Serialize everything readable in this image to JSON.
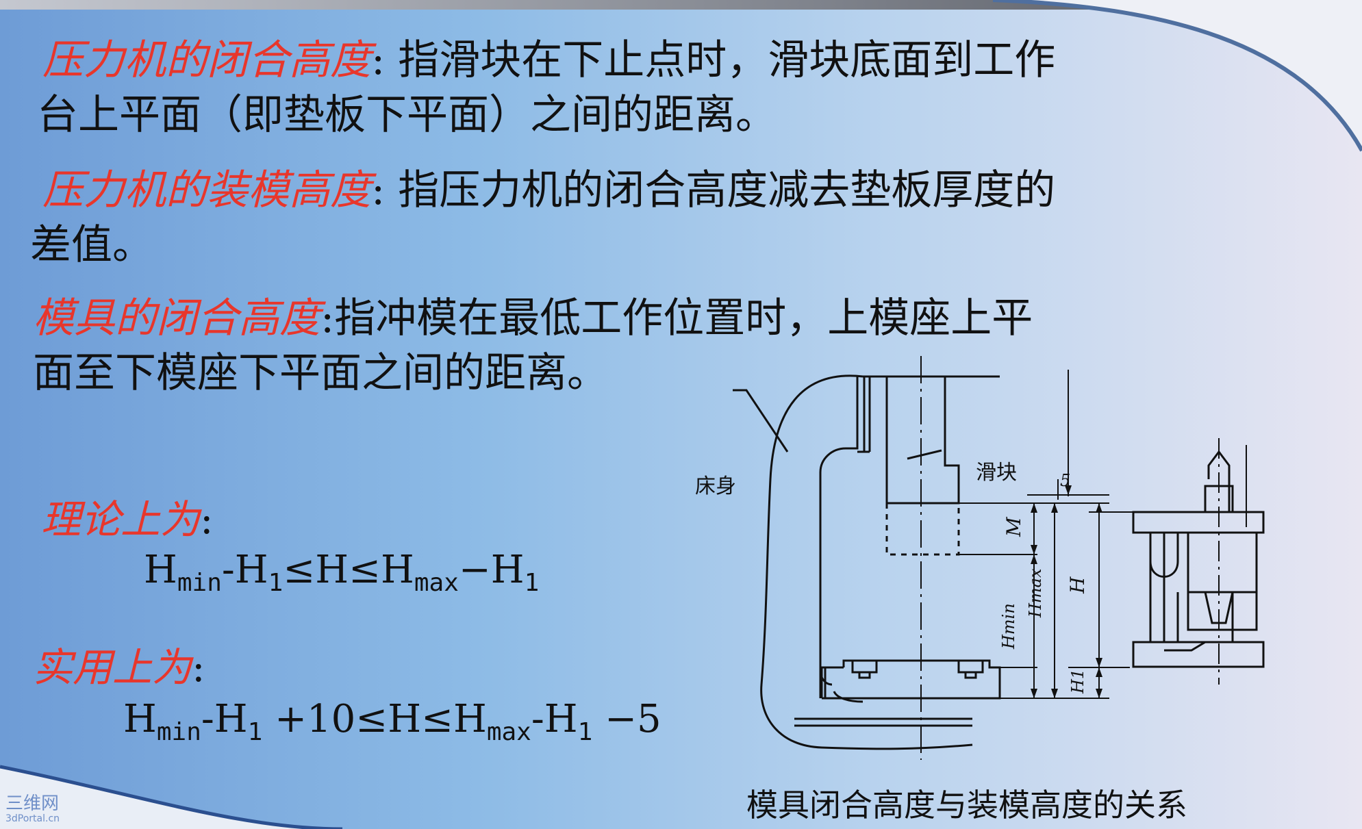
{
  "definitions": [
    {
      "term": "压力机的闭合高度",
      "colon": ":",
      "line1": " 指滑块在下止点时，滑块底面到工作",
      "line2": "台上平面（即垫板下平面）之间的距离。"
    },
    {
      "term": "压力机的装模高度",
      "colon": ":",
      "line1": " 指压力机的闭合高度减去垫板厚度的",
      "line2": "差值。"
    },
    {
      "term": "模具的闭合高度",
      "colon": ":",
      "line1": "指冲模在最低工作位置时，上模座上平",
      "line2": "面至下模座下平面之间的距离。"
    }
  ],
  "theory": {
    "label": "理论上为",
    "colon": ":"
  },
  "practice": {
    "label": "实用上为",
    "colon": ":"
  },
  "formula1": {
    "H1": "H",
    "min": "min",
    "p2": "-H",
    "s1": "1",
    "p3": "≤H≤H",
    "max": "max",
    "p4": "−H",
    "s2": "1"
  },
  "formula2": {
    "H1": "H",
    "min": "min",
    "p2": "-H",
    "s1": "1",
    "p3": " +10≤H≤H",
    "max": "max",
    "p4": "-H",
    "s2": "1",
    "p5": " −5"
  },
  "diagram": {
    "caption": "模具闭合高度与装模高度的关系",
    "labels": {
      "bed": "床身",
      "slider": "滑块",
      "five": "5",
      "M": "M",
      "H": "H",
      "Hmin": "Hmin",
      "Hmax": "Hmax",
      "H1": "H1"
    }
  },
  "watermark": {
    "line1": "三维网",
    "line2": "3dPortal.cn"
  }
}
